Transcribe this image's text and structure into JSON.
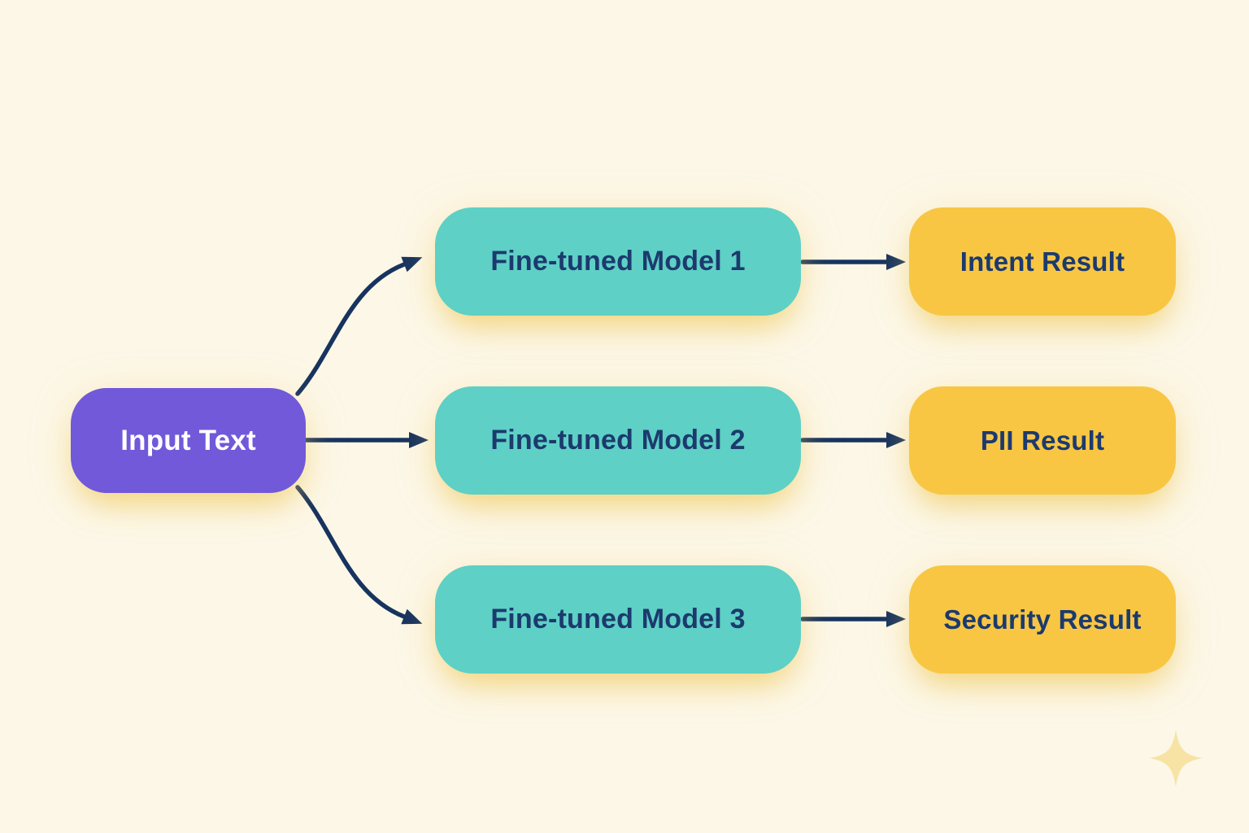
{
  "diagram": {
    "type": "flowchart",
    "direction": "left-to-right",
    "background": "#FCF7E7",
    "input_node": {
      "id": "input",
      "label": "Input Text",
      "fill": "#7159DA",
      "text_color": "#FFFFFF"
    },
    "model_nodes": [
      {
        "id": "model1",
        "label": "Fine-tuned Model 1"
      },
      {
        "id": "model2",
        "label": "Fine-tuned Model 2"
      },
      {
        "id": "model3",
        "label": "Fine-tuned Model 3"
      }
    ],
    "result_nodes": [
      {
        "id": "intent",
        "label": "Intent Result"
      },
      {
        "id": "pii",
        "label": "PII Result"
      },
      {
        "id": "security",
        "label": "Security Result"
      }
    ],
    "edges": [
      {
        "from": "input",
        "to": "model1"
      },
      {
        "from": "input",
        "to": "model2"
      },
      {
        "from": "input",
        "to": "model3"
      },
      {
        "from": "model1",
        "to": "intent"
      },
      {
        "from": "model2",
        "to": "pii"
      },
      {
        "from": "model3",
        "to": "security"
      }
    ],
    "colors": {
      "model_fill": "#5ED0C5",
      "result_fill": "#F8C643",
      "node_text": "#1C3A6E",
      "arrow": "#17335F",
      "glow": "#F0C652",
      "sparkle": "#F7E3A4"
    },
    "decorations": [
      {
        "type": "sparkle",
        "position": "bottom-right"
      }
    ]
  }
}
